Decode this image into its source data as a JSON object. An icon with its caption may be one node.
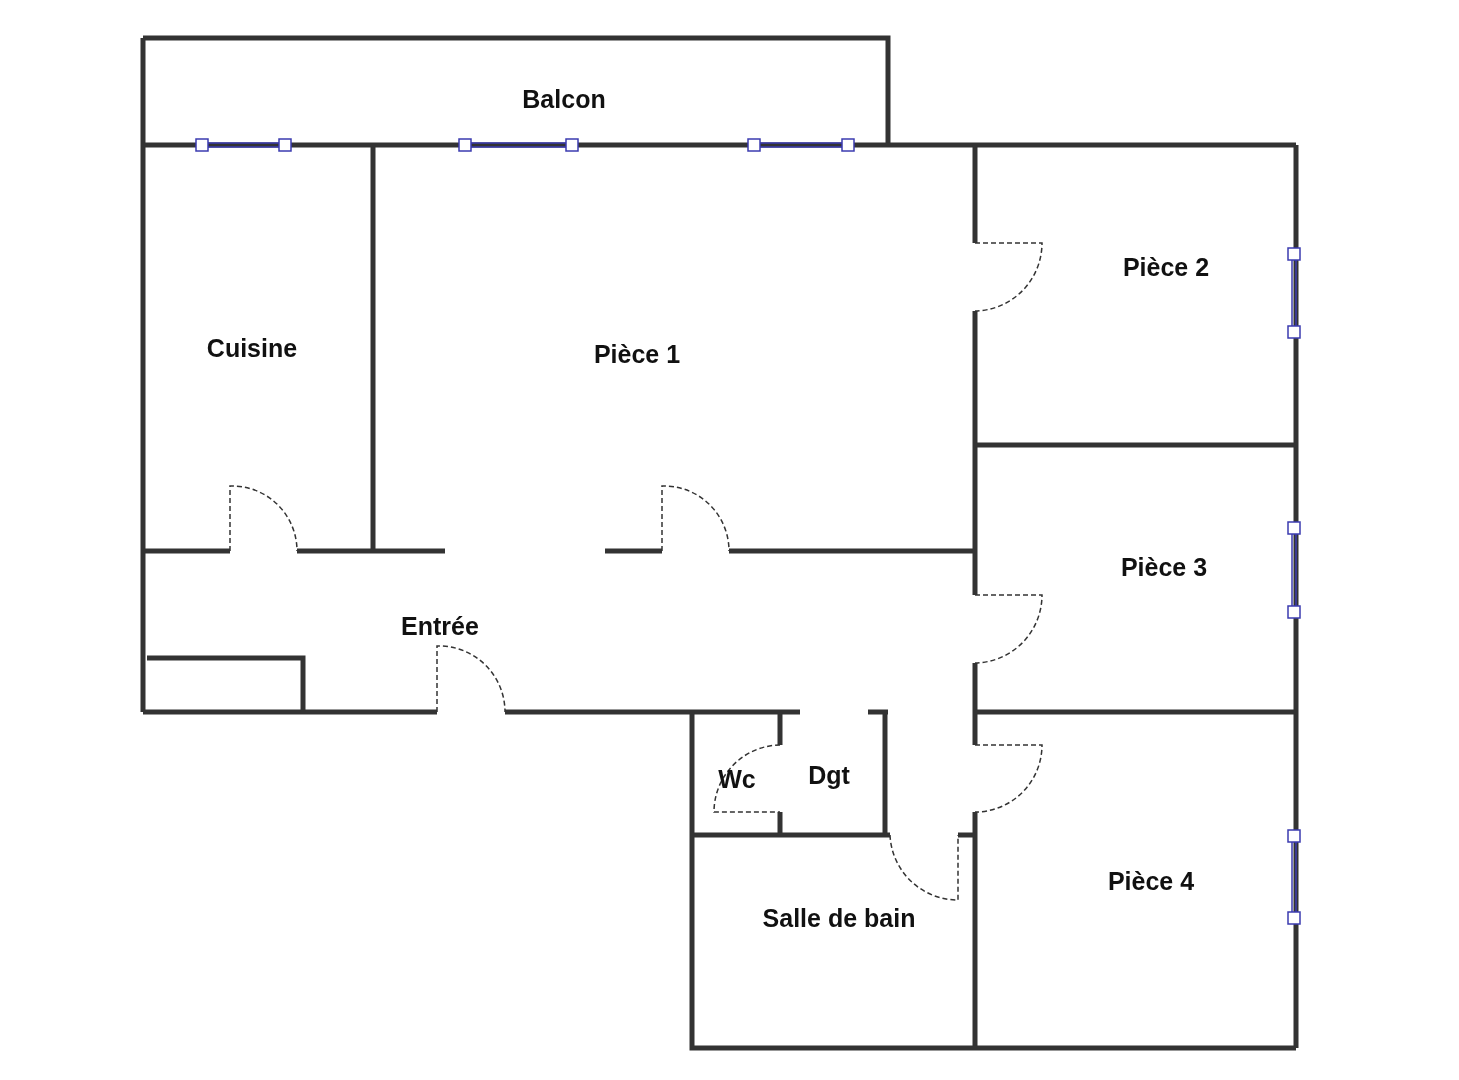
{
  "diagram": {
    "labels": [
      "Balcon",
      "Pièce 2",
      "Cuisine",
      "Pièce 1",
      "Pièce 3",
      "Entrée",
      "Dgt",
      "Wc",
      "Pièce 4",
      "Salle de bain"
    ]
  }
}
